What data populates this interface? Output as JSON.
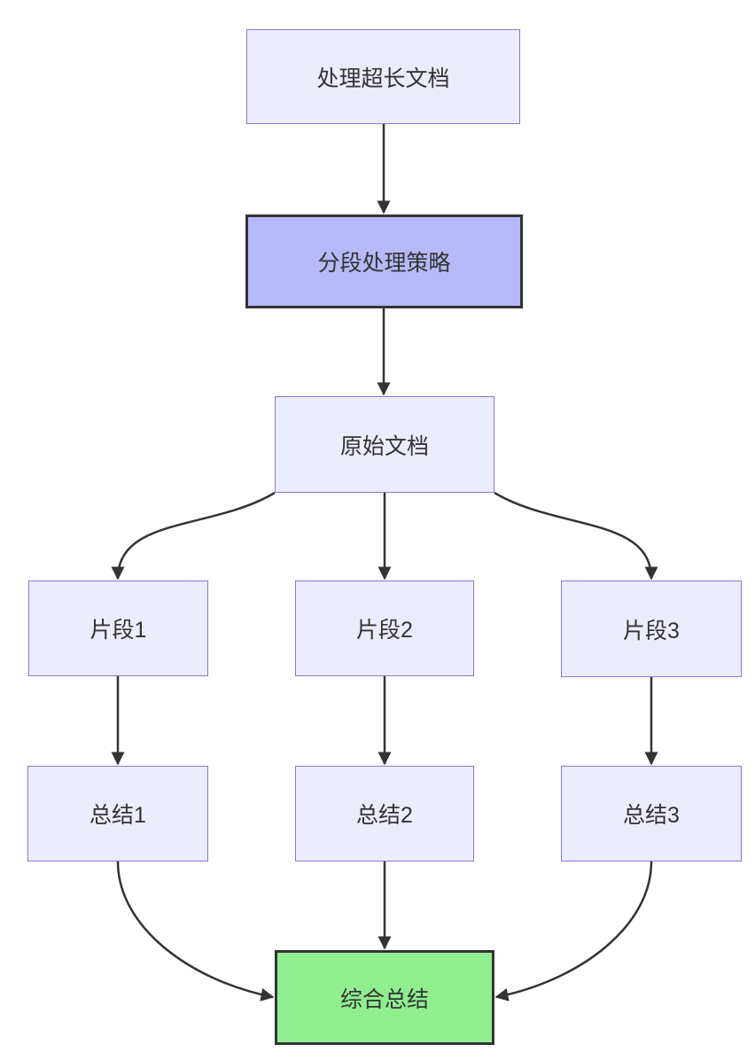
{
  "diagram": {
    "type": "flowchart",
    "direction": "top-down",
    "colors": {
      "background": "#FFFFFF",
      "node_fill": "#ECECFF",
      "node_border": "#9370DB",
      "strategy_fill": "#B6B9F8",
      "result_fill": "#90EE90",
      "strong_border": "#333333",
      "edge": "#333333",
      "text": "#333333"
    },
    "nodes": [
      {
        "id": "doc",
        "label": "处理超长文档",
        "style": "default"
      },
      {
        "id": "strategy",
        "label": "分段处理策略",
        "style": "strategy"
      },
      {
        "id": "original",
        "label": "原始文档",
        "style": "default"
      },
      {
        "id": "chunk1",
        "label": "片段1",
        "style": "default"
      },
      {
        "id": "chunk2",
        "label": "片段2",
        "style": "default"
      },
      {
        "id": "chunk3",
        "label": "片段3",
        "style": "default"
      },
      {
        "id": "summary1",
        "label": "总结1",
        "style": "default"
      },
      {
        "id": "summary2",
        "label": "总结2",
        "style": "default"
      },
      {
        "id": "summary3",
        "label": "总结3",
        "style": "default"
      },
      {
        "id": "final",
        "label": "综合总结",
        "style": "result"
      }
    ],
    "edges": [
      {
        "from": "doc",
        "to": "strategy"
      },
      {
        "from": "strategy",
        "to": "original"
      },
      {
        "from": "original",
        "to": "chunk1"
      },
      {
        "from": "original",
        "to": "chunk2"
      },
      {
        "from": "original",
        "to": "chunk3"
      },
      {
        "from": "chunk1",
        "to": "summary1"
      },
      {
        "from": "chunk2",
        "to": "summary2"
      },
      {
        "from": "chunk3",
        "to": "summary3"
      },
      {
        "from": "summary1",
        "to": "final"
      },
      {
        "from": "summary2",
        "to": "final"
      },
      {
        "from": "summary3",
        "to": "final"
      }
    ]
  }
}
